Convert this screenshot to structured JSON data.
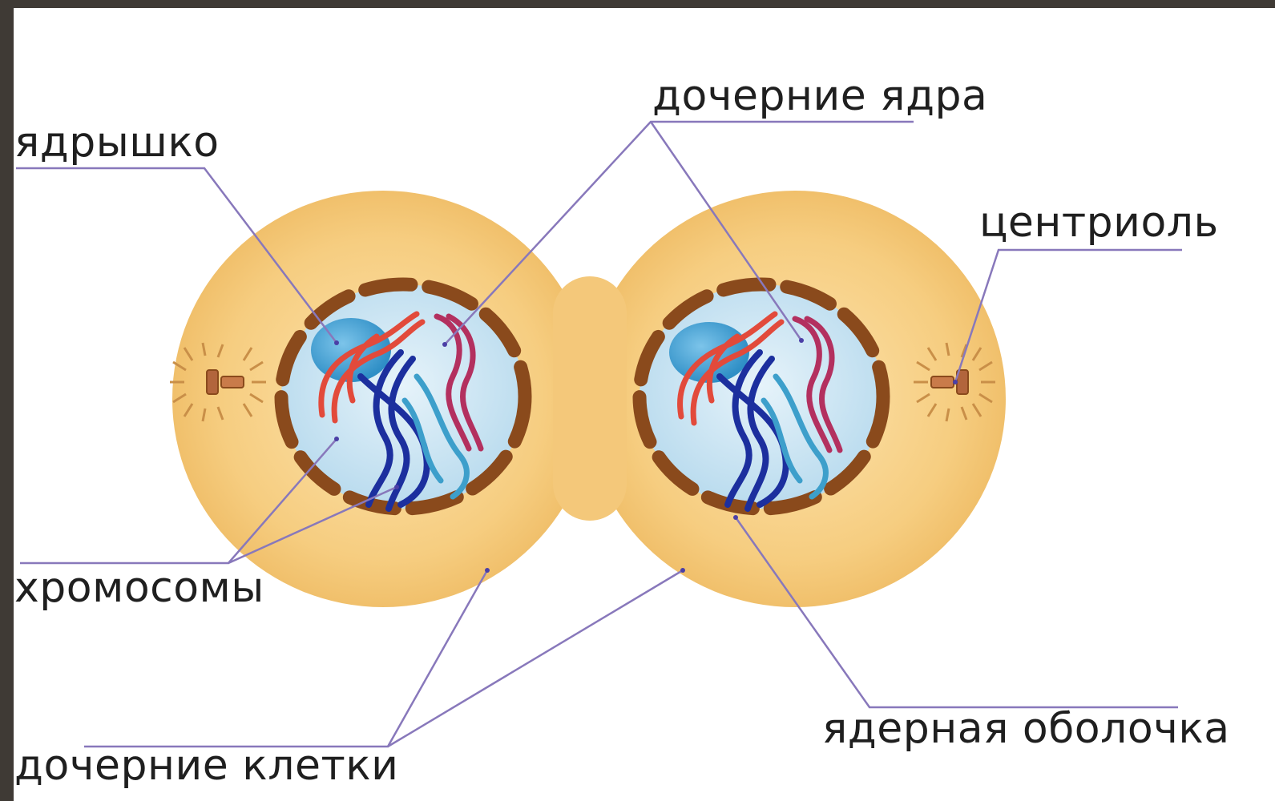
{
  "labels": {
    "nucleolus": "ядрышко",
    "daughter_nuclei": "дочерние ядра",
    "centriole": "центриоль",
    "chromosomes": "хромосомы",
    "nuclear_envelope": "ядерная оболочка",
    "daughter_cells": "дочерние клетки"
  },
  "colors": {
    "cytoplasm": "#f6cd80",
    "nucleus": "#c9e3f1",
    "envelope": "#8a4a1c",
    "nucleolus": "#4aa7d8",
    "chromosome_red": "#e24a3b",
    "chromosome_magenta": "#b3305f",
    "chromosome_navy": "#1c2f9e",
    "chromosome_teal": "#3d9fcb",
    "leader_line": "#8878bb",
    "frame": "#3f3a35"
  }
}
